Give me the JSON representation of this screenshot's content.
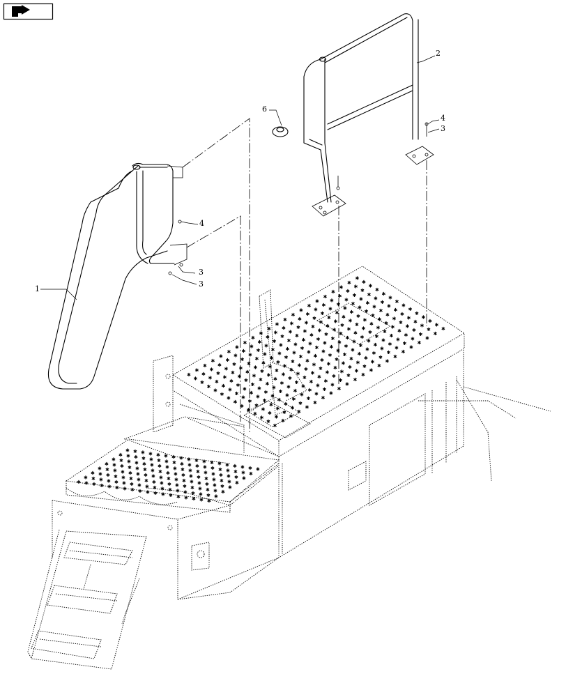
{
  "nav_icon": {
    "name": "back-arrow-icon"
  },
  "callouts": [
    {
      "id": "c1",
      "label": "1"
    },
    {
      "id": "c2",
      "label": "2"
    },
    {
      "id": "c3a",
      "label": "3"
    },
    {
      "id": "c3b",
      "label": "3"
    },
    {
      "id": "c3c",
      "label": "3"
    },
    {
      "id": "c4a",
      "label": "4"
    },
    {
      "id": "c4b",
      "label": "4"
    },
    {
      "id": "c6",
      "label": "6"
    }
  ]
}
